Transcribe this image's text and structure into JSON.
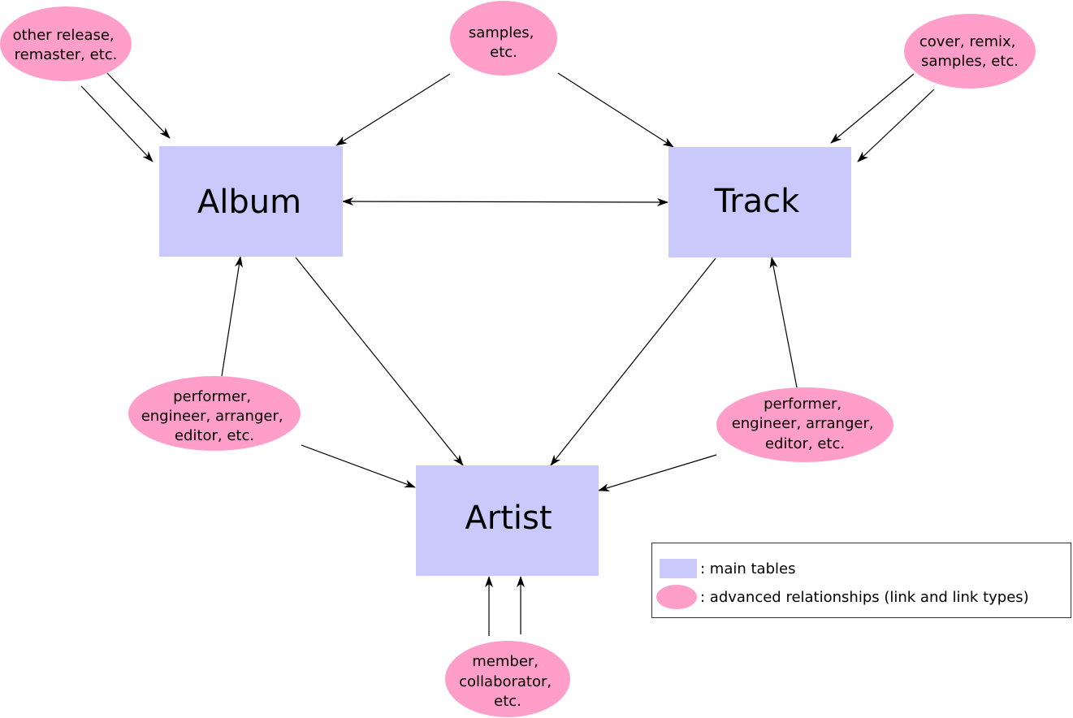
{
  "colors": {
    "main_table": "#c9c9fc",
    "relationship": "#ff9ec9",
    "edge": "#000000"
  },
  "nodes": {
    "album": {
      "label": "Album"
    },
    "track": {
      "label": "Track"
    },
    "artist": {
      "label": "Artist"
    }
  },
  "relationships": {
    "album_album": {
      "lines": [
        "other release,",
        "remaster, etc."
      ]
    },
    "album_track_samples": {
      "lines": [
        "samples,",
        "etc."
      ]
    },
    "track_track": {
      "lines": [
        "cover, remix,",
        "samples, etc."
      ]
    },
    "album_artist": {
      "lines": [
        "performer,",
        "engineer, arranger,",
        "editor, etc."
      ]
    },
    "track_artist": {
      "lines": [
        "performer,",
        "engineer, arranger,",
        "editor, etc."
      ]
    },
    "artist_artist": {
      "lines": [
        "member,",
        "collaborator,",
        "etc."
      ]
    }
  },
  "legend": {
    "main_tables": ": main tables",
    "advanced_relationships": ": advanced relationships (link and link types)"
  }
}
